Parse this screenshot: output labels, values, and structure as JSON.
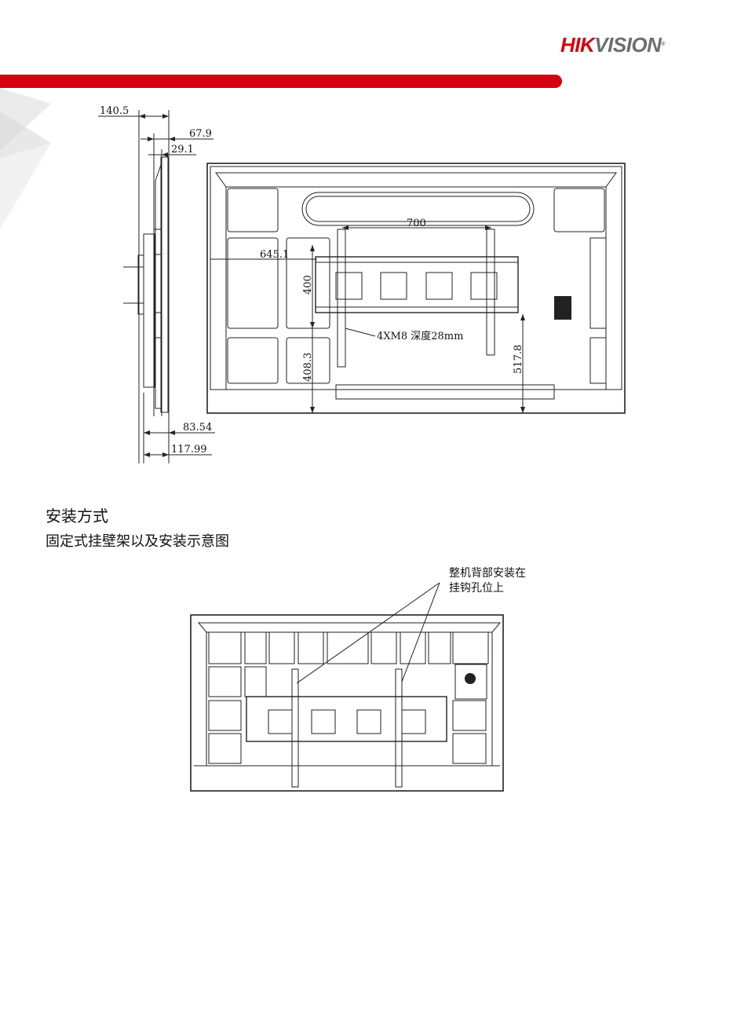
{
  "header": {
    "logo_red": "HIK",
    "logo_gray": "VISION",
    "logo_reg": "®",
    "brand_color": "#d7000f",
    "logo_gray_color": "#6d6e71"
  },
  "dimension_drawing": {
    "side_view_dims": {
      "overall_depth": "140.5",
      "mid_depth": "67.9",
      "panel_depth": "29.1",
      "lower_depth_1": "83.54",
      "lower_depth_2": "117.99"
    },
    "rear_view_dims": {
      "vesa_horizontal": "700",
      "mount_height_from_edge": "645.1",
      "vesa_vertical": "400",
      "bottom_to_lower_holes": "408.3",
      "bottom_to_upper_bracket": "517.8",
      "screw_spec": "4XM8  深度28mm"
    }
  },
  "section": {
    "title": "安装方式",
    "subtitle": "固定式挂壁架以及安装示意图"
  },
  "install_diagram": {
    "callout_line1": "整机背部安装在",
    "callout_line2": "挂钩孔位上"
  }
}
